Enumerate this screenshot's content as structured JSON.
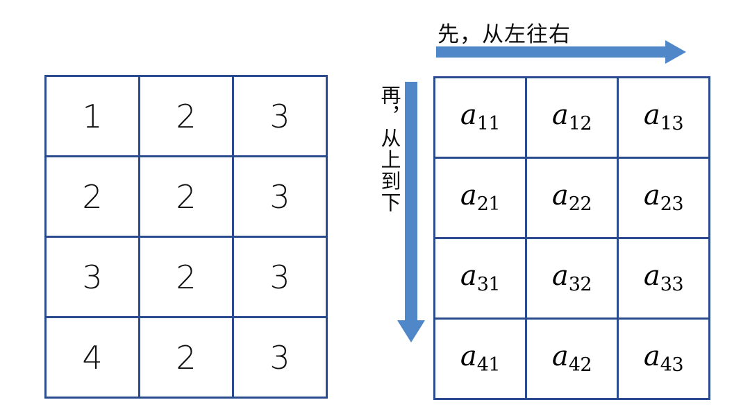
{
  "diagram": {
    "title_horizontal": "先，从左往右",
    "title_vertical": "再，从上到下",
    "colors": {
      "table_border": "#2a4b8d",
      "arrow": "#4f87c9",
      "background": "#ffffff",
      "text": "#0d0d0d"
    },
    "arrows": [
      {
        "name": "horizontal-arrow",
        "direction": "right",
        "label": "先，从左往右"
      },
      {
        "name": "vertical-arrow",
        "direction": "down",
        "label": "再，从上到下"
      }
    ]
  },
  "left_table": {
    "rows": 4,
    "cols": 3,
    "cells": [
      [
        "1",
        "2",
        "3"
      ],
      [
        "2",
        "2",
        "3"
      ],
      [
        "3",
        "2",
        "3"
      ],
      [
        "4",
        "2",
        "3"
      ]
    ]
  },
  "right_table": {
    "rows": 4,
    "cols": 3,
    "cells": [
      [
        {
          "base": "a",
          "sub": "11"
        },
        {
          "base": "a",
          "sub": "12"
        },
        {
          "base": "a",
          "sub": "13"
        }
      ],
      [
        {
          "base": "a",
          "sub": "21"
        },
        {
          "base": "a",
          "sub": "22"
        },
        {
          "base": "a",
          "sub": "23"
        }
      ],
      [
        {
          "base": "a",
          "sub": "31"
        },
        {
          "base": "a",
          "sub": "32"
        },
        {
          "base": "a",
          "sub": "33"
        }
      ],
      [
        {
          "base": "a",
          "sub": "41"
        },
        {
          "base": "a",
          "sub": "42"
        },
        {
          "base": "a",
          "sub": "43"
        }
      ]
    ]
  }
}
